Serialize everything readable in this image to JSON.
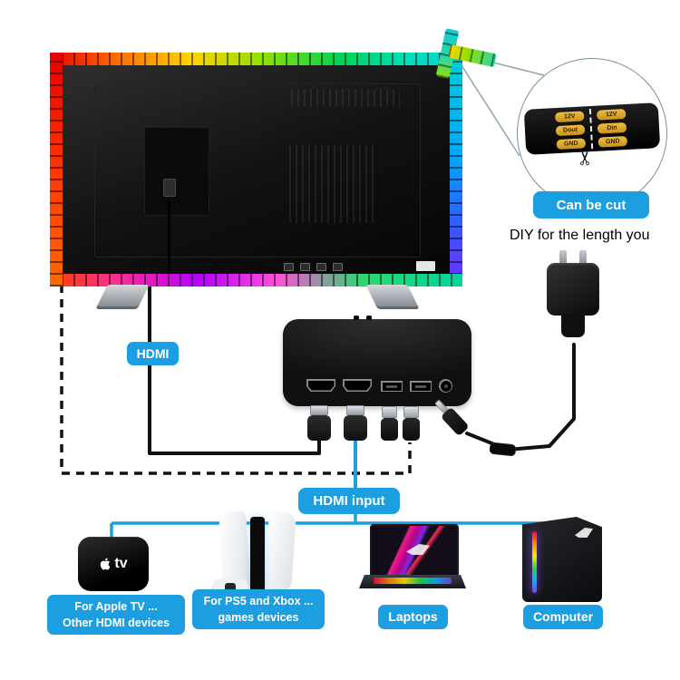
{
  "colors": {
    "accent": "#1b9fe0",
    "cable": "#111111",
    "pad_gold": "#d9a32a"
  },
  "magnifier": {
    "pads": [
      {
        "left": "12V",
        "right": "12V"
      },
      {
        "left": "Dout",
        "right": "Din"
      },
      {
        "left": "GND",
        "right": "GND"
      }
    ],
    "scissors_icon": "✂"
  },
  "callouts": {
    "can_be_cut": "Can be cut",
    "diy": "DIY for the length you"
  },
  "connections": {
    "hdmi": "HDMI",
    "hdmi_input": "HDMI input"
  },
  "devices": {
    "apple_tv": {
      "logo_text": "tv",
      "caption_line1": "For Apple TV ...",
      "caption_line2": "Other HDMI devices"
    },
    "ps5": {
      "caption_line1": "For PS5 and Xbox ...",
      "caption_line2": "games devices"
    },
    "laptop": {
      "caption": "Laptops"
    },
    "computer": {
      "caption": "Computer"
    }
  }
}
